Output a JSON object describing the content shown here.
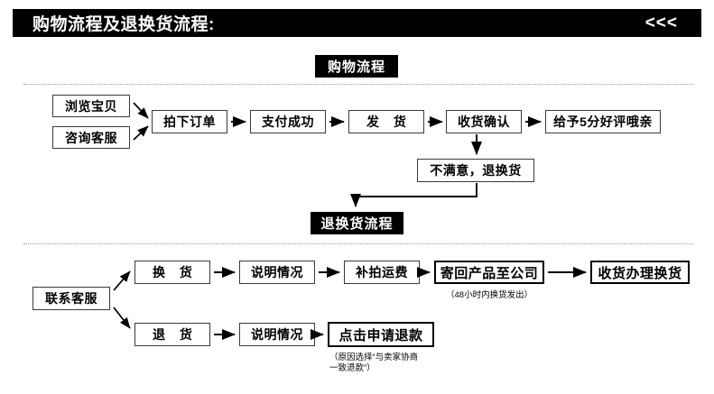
{
  "header": {
    "title": "购物流程及退换货流程:",
    "chevrons": "<<<"
  },
  "sections": {
    "shopping_banner": "购物流程",
    "return_banner": "退换货流程"
  },
  "shopping_flow": {
    "entry": [
      {
        "label": "浏览宝贝"
      },
      {
        "label": "咨询客服"
      }
    ],
    "steps": [
      {
        "label": "拍下订单"
      },
      {
        "label": "支付成功"
      },
      {
        "label": "发  货"
      },
      {
        "label": "收货确认"
      },
      {
        "label": "给予5分好评哦亲"
      }
    ],
    "branch": {
      "label": "不满意，退换货"
    }
  },
  "return_flow": {
    "entry": {
      "label": "联系客服"
    },
    "exchange": {
      "steps": [
        {
          "label": "换  货"
        },
        {
          "label": "说明情况"
        },
        {
          "label": "补拍运费"
        },
        {
          "label": "寄回产品至公司"
        },
        {
          "label": "收货办理换货"
        }
      ],
      "note": "（48小时内换货发出）"
    },
    "refund": {
      "steps": [
        {
          "label": "退  货"
        },
        {
          "label": "说明情况"
        },
        {
          "label": "点击申请退款"
        }
      ],
      "note": "（原因选择“与卖家协商一致退款”）"
    }
  },
  "colors": {
    "banner_bg": "#000000",
    "banner_text": "#ffffff",
    "box_border": "#3a3a3a",
    "divider": "#9a9a9a",
    "page_bg": "#ffffff"
  }
}
